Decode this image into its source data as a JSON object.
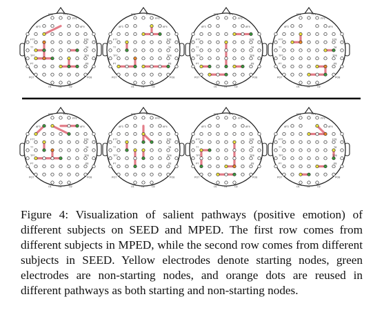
{
  "caption": {
    "label": "Figure 4:",
    "text": "Visualization of salient pathways (positive emotion) of different subjects on SEED and MPED. The first row comes from different subjects in MPED, while the second row comes from different subjects in SEED. Yellow electrodes denote starting nodes, green electrodes are non-starting nodes, and orange dots are reused in different pathways as both starting and non-starting nodes."
  },
  "colors": {
    "pathway": "#e06f7c",
    "start_node": "#f2e640",
    "non_start_node": "#3f9a3f",
    "reused_node": "#f08a2a",
    "electrode": "#ffffff",
    "outline": "#222222",
    "divider": "#000000"
  },
  "electrode_labels": [
    "FP1",
    "FPz",
    "FP2",
    "AF3",
    "AF4",
    "FT7",
    "FT8",
    "T7",
    "T8",
    "TP7",
    "TP8",
    "P7",
    "P8",
    "PO7",
    "PO8",
    "O1",
    "Oz",
    "O2"
  ],
  "rows": [
    {
      "name": "MPED",
      "heads": [
        {
          "paths": [
            [
              [
                2,
                2
              ],
              [
                4,
                1
              ]
            ],
            [
              [
                1,
                4
              ],
              [
                2,
                4
              ]
            ],
            [
              [
                2,
                3
              ],
              [
                2,
                5
              ]
            ],
            [
              [
                1,
                5
              ],
              [
                3,
                5
              ]
            ],
            [
              [
                5,
                4
              ],
              [
                6,
                4
              ]
            ],
            [
              [
                5,
                5
              ],
              [
                5,
                6
              ]
            ],
            [
              [
                4,
                6
              ],
              [
                6,
                6
              ]
            ]
          ],
          "start": [
            [
              2,
              2
            ],
            [
              1,
              4
            ],
            [
              1,
              5
            ],
            [
              5,
              5
            ],
            [
              4,
              6
            ]
          ],
          "nonstart": [
            [
              4,
              1
            ],
            [
              2,
              4
            ],
            [
              3,
              5
            ],
            [
              6,
              4
            ],
            [
              5,
              6
            ],
            [
              6,
              6
            ]
          ],
          "reused": [
            [
              2,
              3
            ],
            [
              2,
              5
            ]
          ]
        },
        {
          "paths": [
            [
              [
                5,
                1
              ],
              [
                5,
                2
              ]
            ],
            [
              [
                4,
                2
              ],
              [
                6,
                2
              ]
            ],
            [
              [
                2,
                3
              ],
              [
                2,
                4
              ]
            ],
            [
              [
                1,
                6
              ],
              [
                3,
                6
              ]
            ],
            [
              [
                4,
                6
              ],
              [
                7,
                6
              ]
            ],
            [
              [
                3,
                5
              ],
              [
                3,
                6
              ]
            ]
          ],
          "start": [
            [
              5,
              1
            ],
            [
              4,
              2
            ],
            [
              2,
              3
            ],
            [
              1,
              6
            ],
            [
              4,
              6
            ]
          ],
          "nonstart": [
            [
              6,
              2
            ],
            [
              2,
              4
            ],
            [
              3,
              6
            ],
            [
              7,
              6
            ]
          ],
          "reused": [
            [
              3,
              5
            ]
          ]
        },
        {
          "paths": [
            [
              [
                5,
                2
              ],
              [
                7,
                2
              ]
            ],
            [
              [
                4,
                3
              ],
              [
                4,
                6
              ]
            ],
            [
              [
                2,
                7
              ],
              [
                4,
                7
              ]
            ],
            [
              [
                5,
                6
              ],
              [
                6,
                6
              ]
            ],
            [
              [
                1,
                6
              ],
              [
                2,
                6
              ]
            ]
          ],
          "start": [
            [
              5,
              2
            ],
            [
              4,
              3
            ],
            [
              2,
              7
            ],
            [
              5,
              6
            ],
            [
              1,
              6
            ]
          ],
          "nonstart": [
            [
              7,
              2
            ],
            [
              4,
              6
            ],
            [
              4,
              7
            ],
            [
              6,
              6
            ],
            [
              2,
              6
            ]
          ],
          "reused": []
        },
        {
          "paths": [
            [
              [
                3,
                2
              ],
              [
                3,
                3
              ]
            ],
            [
              [
                2,
                3
              ],
              [
                3,
                3
              ]
            ],
            [
              [
                6,
                4
              ],
              [
                7,
                4
              ]
            ],
            [
              [
                5,
                6
              ],
              [
                6,
                6
              ]
            ],
            [
              [
                4,
                7
              ],
              [
                6,
                7
              ]
            ],
            [
              [
                6,
                6
              ],
              [
                6,
                7
              ]
            ]
          ],
          "start": [
            [
              3,
              2
            ],
            [
              2,
              3
            ],
            [
              6,
              4
            ],
            [
              5,
              6
            ],
            [
              4,
              7
            ]
          ],
          "nonstart": [
            [
              7,
              4
            ],
            [
              6,
              7
            ]
          ],
          "reused": [
            [
              3,
              3
            ],
            [
              6,
              6
            ]
          ]
        }
      ]
    },
    {
      "name": "SEED",
      "heads": [
        {
          "paths": [
            [
              [
                1,
                2
              ],
              [
                2,
                1
              ]
            ],
            [
              [
                3,
                1
              ],
              [
                5,
                2
              ]
            ],
            [
              [
                4,
                1
              ],
              [
                6,
                1
              ]
            ],
            [
              [
                2,
                3
              ],
              [
                2,
                4
              ]
            ],
            [
              [
                1,
                5
              ],
              [
                4,
                5
              ]
            ],
            [
              [
                3,
                4
              ],
              [
                3,
                5
              ]
            ]
          ],
          "start": [
            [
              1,
              2
            ],
            [
              3,
              1
            ],
            [
              4,
              1
            ],
            [
              2,
              3
            ],
            [
              1,
              5
            ]
          ],
          "nonstart": [
            [
              2,
              1
            ],
            [
              5,
              2
            ],
            [
              6,
              1
            ],
            [
              2,
              4
            ],
            [
              4,
              5
            ]
          ],
          "reused": [
            [
              3,
              4
            ]
          ]
        },
        {
          "paths": [
            [
              [
                2,
                3
              ],
              [
                2,
                4
              ]
            ],
            [
              [
                4,
                1
              ],
              [
                4,
                3
              ]
            ],
            [
              [
                4,
                2
              ],
              [
                5,
                3
              ]
            ],
            [
              [
                3,
                4
              ],
              [
                3,
                6
              ]
            ],
            [
              [
                4,
                4
              ],
              [
                4,
                5
              ]
            ]
          ],
          "start": [
            [
              2,
              3
            ],
            [
              4,
              1
            ],
            [
              4,
              2
            ],
            [
              3,
              4
            ],
            [
              4,
              4
            ]
          ],
          "nonstart": [
            [
              2,
              4
            ],
            [
              4,
              3
            ],
            [
              5,
              3
            ],
            [
              3,
              6
            ],
            [
              4,
              5
            ]
          ],
          "reused": []
        },
        {
          "paths": [
            [
              [
                1,
                4
              ],
              [
                1,
                6
              ]
            ],
            [
              [
                1,
                4
              ],
              [
                2,
                4
              ]
            ],
            [
              [
                5,
                3
              ],
              [
                5,
                6
              ]
            ],
            [
              [
                3,
                7
              ],
              [
                5,
                7
              ]
            ],
            [
              [
                4,
                6
              ],
              [
                5,
                6
              ]
            ]
          ],
          "start": [
            [
              1,
              4
            ],
            [
              5,
              3
            ],
            [
              3,
              7
            ],
            [
              4,
              6
            ]
          ],
          "nonstart": [
            [
              1,
              6
            ],
            [
              2,
              4
            ],
            [
              5,
              7
            ]
          ],
          "reused": [
            [
              5,
              6
            ]
          ]
        },
        {
          "paths": [
            [
              [
                5,
                1
              ],
              [
                6,
                2
              ]
            ],
            [
              [
                4,
                2
              ],
              [
                6,
                2
              ]
            ],
            [
              [
                7,
                4
              ],
              [
                7,
                5
              ]
            ],
            [
              [
                5,
                6
              ],
              [
                6,
                6
              ]
            ],
            [
              [
                3,
                7
              ],
              [
                4,
                7
              ]
            ]
          ],
          "start": [
            [
              5,
              1
            ],
            [
              4,
              2
            ],
            [
              7,
              4
            ],
            [
              5,
              6
            ],
            [
              3,
              7
            ]
          ],
          "nonstart": [
            [
              7,
              5
            ],
            [
              6,
              6
            ],
            [
              4,
              7
            ]
          ],
          "reused": [
            [
              6,
              2
            ]
          ]
        }
      ]
    }
  ]
}
